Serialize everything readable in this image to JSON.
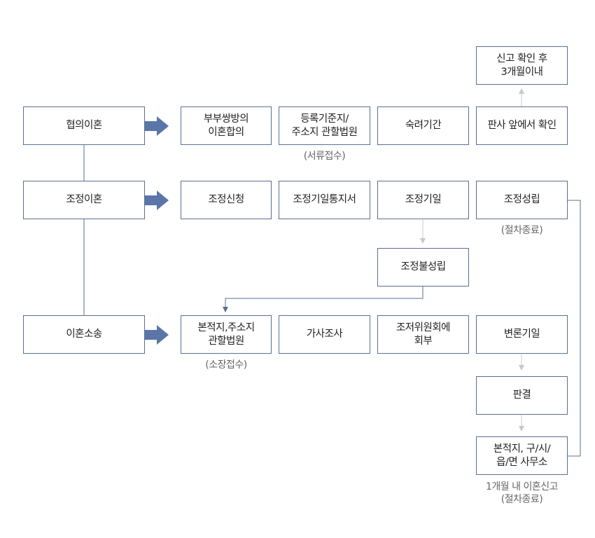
{
  "categories": {
    "agreement": "협의이혼",
    "mediation": "조정이혼",
    "litigation": "이혼소송"
  },
  "agreement_steps": {
    "consent": "부부쌍방의\n이혼합의",
    "registration": "등록기준지/\n주소지 관할법원",
    "deliberation": "숙려기간",
    "judge": "판사 앞에서 확인",
    "report": "신고 확인 후\n3개월이내"
  },
  "agreement_notes": {
    "document_receipt": "(서류접수)"
  },
  "mediation_steps": {
    "apply": "조정신청",
    "notice": "조정기일통지서",
    "date": "조정기일",
    "success": "조정성립",
    "failure": "조정불성립"
  },
  "mediation_notes": {
    "end": "(절차종료)"
  },
  "litigation_steps": {
    "court": "본적지,주소지\n관할법원",
    "investigation": "가사조사",
    "committee": "조저위원회에\n회부",
    "hearing": "변론기일",
    "judgment": "판결",
    "office": "본적지, 구/시/\n읍/면 사무소"
  },
  "litigation_notes": {
    "filing": "(소장접수)",
    "final": "1개월 내 이혼신고\n(절차종료)"
  },
  "colors": {
    "border": "#5a6f91",
    "arrow": "#5a75a8",
    "small_arrow": "#c8c8c8",
    "note": "#666666"
  }
}
